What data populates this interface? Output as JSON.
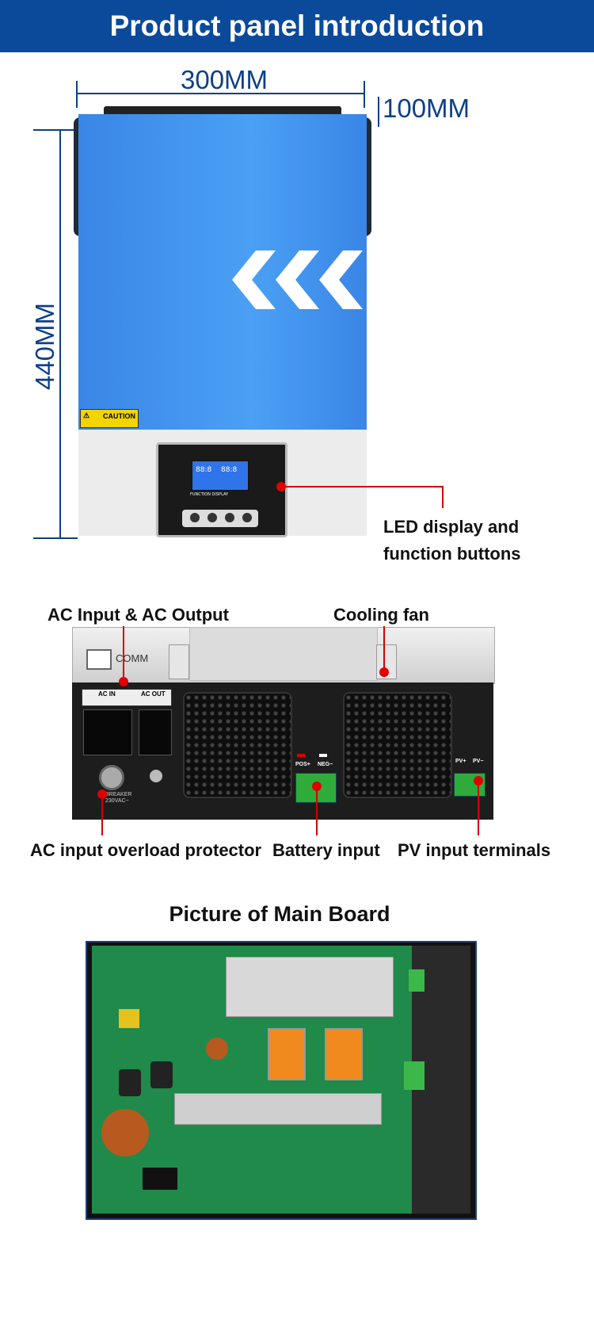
{
  "header": {
    "title": "Product panel introduction"
  },
  "dimensions": {
    "width": "300MM",
    "depth": "100MM",
    "height": "440MM"
  },
  "front": {
    "caution": "CAUTION",
    "display_label_line1": "LED display and",
    "display_label_line2": "function buttons",
    "function_display": "FUNCTION DISPLAY",
    "lcd_left": "88:8",
    "lcd_right": "88:8"
  },
  "rear": {
    "comm": "COMM",
    "ac_in": "AC IN",
    "ac_out": "AC OUT",
    "pos": "POS+",
    "neg": "NEG−",
    "pv_pos": "PV+",
    "pv_neg": "PV−",
    "breaker_line1": "BREAKER",
    "breaker_line2": "230VAC~",
    "labels": {
      "ac_io": "AC Input & AC Output",
      "fan": "Cooling fan",
      "overload": "AC input overload protector",
      "battery": "Battery input",
      "pv": "PV input terminals"
    }
  },
  "board": {
    "title": "Picture of Main Board"
  },
  "colors": {
    "header": "#0b4a9a",
    "callout": "#d40000",
    "front_blue": "#3f8ee8"
  }
}
